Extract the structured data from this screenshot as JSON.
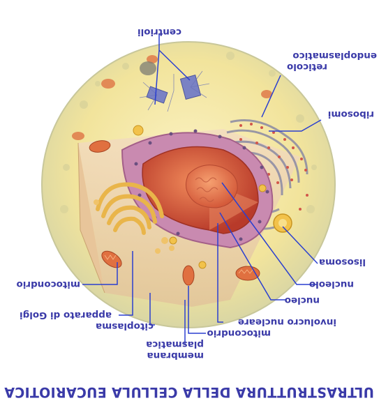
{
  "diagram": {
    "title": "ULTRASTRUTTURA DELLA CELLULA EUCARIOTICA",
    "labels": {
      "centrioli": "centrioli",
      "reticolo_1": "reticolo",
      "reticolo_2": "endoplasmatico",
      "ribosomi": "ribosomi",
      "lisosoma": "lisosoma",
      "nucleolo": "nucleolo",
      "nucleo": "nucleo",
      "involucro": "involucro nucleare",
      "mitocondrio_left": "mitocondrio",
      "golgi": "apparato di Golgi",
      "citoplasma": "citoplasma",
      "mitocondrio_bottom": "mitocondrio",
      "membrana_1": "membrana",
      "membrana_2": "plasmatica"
    },
    "colors": {
      "label_text": "#3a3aa8",
      "pointer_lines": "#2a3fd0",
      "cytoplasm": "#f4e7a4",
      "nucleus": "#d8583a",
      "nuclear_envelope": "#c98ab0",
      "golgi": "#e9b54a",
      "mitochondrion": "#e07040"
    }
  }
}
